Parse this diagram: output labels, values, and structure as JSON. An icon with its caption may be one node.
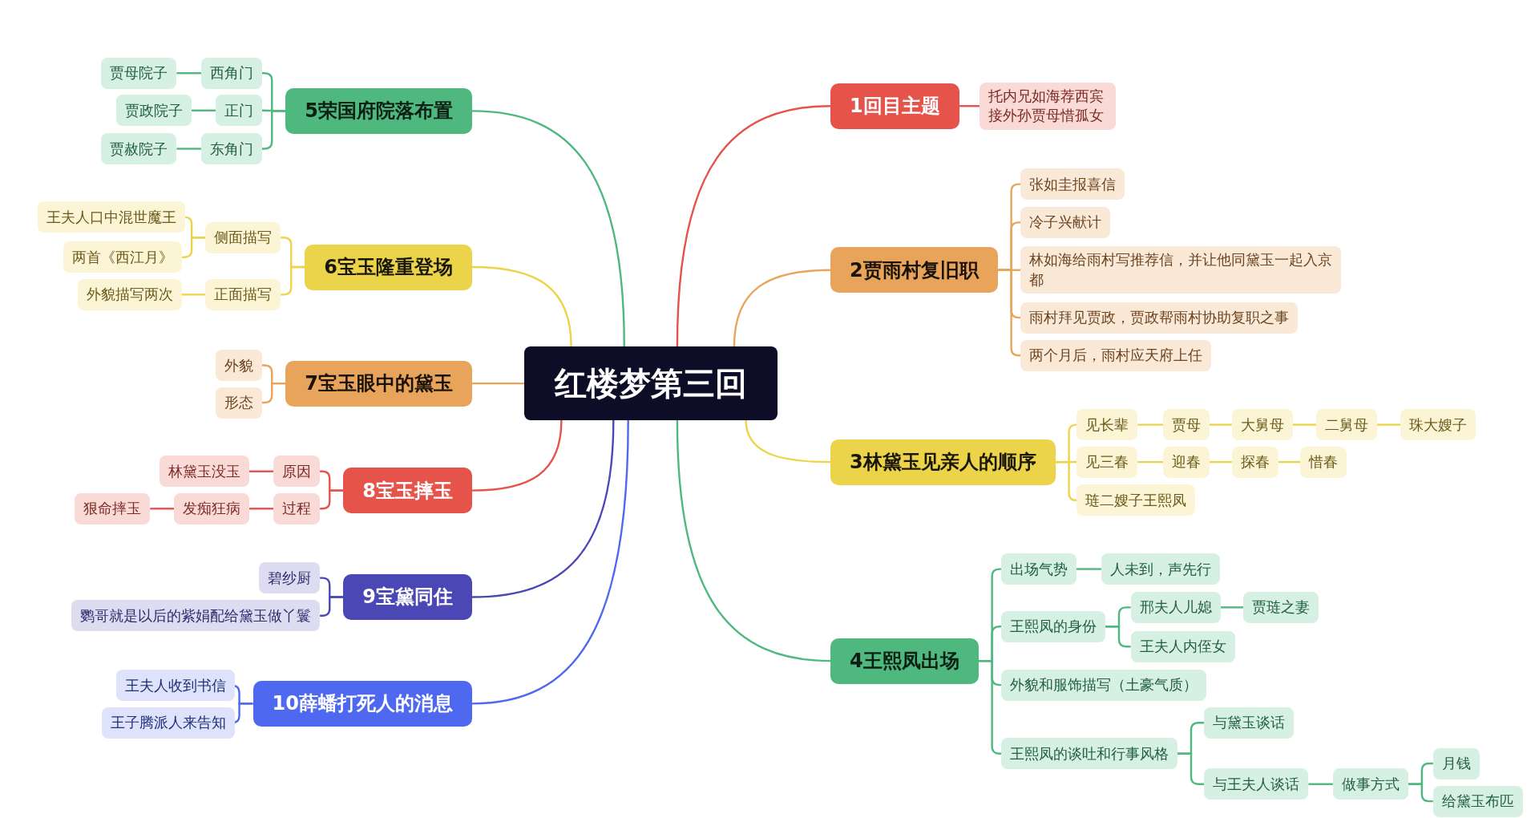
{
  "diagram": {
    "nodes": [
      {
        "text": [
          "红楼梦第三回"
        ]
      },
      {
        "text": [
          "1回目主题"
        ]
      },
      {
        "text": [
          "托内兄如海荐西宾接外孙贾母惜孤女"
        ]
      },
      {
        "text": [
          "2贾雨村复旧职"
        ]
      },
      {
        "text": [
          "张如圭报喜信"
        ]
      },
      {
        "text": [
          "冷子兴献计"
        ]
      },
      {
        "text": [
          "林如海给雨村写推荐信，并让他同黛玉一起入京都"
        ]
      },
      {
        "text": [
          "雨村拜见贾政，贾政帮雨村协助复职之事"
        ]
      },
      {
        "text": [
          "两个月后，雨村应天府上任"
        ]
      },
      {
        "text": [
          "3林黛玉见亲人的顺序"
        ]
      },
      {
        "text": [
          "见长辈"
        ]
      },
      {
        "text": [
          "贾母"
        ]
      },
      {
        "text": [
          "大舅母"
        ]
      },
      {
        "text": [
          "二舅母"
        ]
      },
      {
        "text": [
          "珠大嫂子"
        ]
      },
      {
        "text": [
          "见三春"
        ]
      },
      {
        "text": [
          "迎春"
        ]
      },
      {
        "text": [
          "探春"
        ]
      },
      {
        "text": [
          "惜春"
        ]
      },
      {
        "text": [
          "琏二嫂子王熙凤"
        ]
      },
      {
        "text": [
          "4王熙凤出场"
        ]
      },
      {
        "text": [
          "出场气势"
        ]
      },
      {
        "text": [
          "人未到，声先行"
        ]
      },
      {
        "text": [
          "王熙凤的身份"
        ]
      },
      {
        "text": [
          "邢夫人儿媳"
        ]
      },
      {
        "text": [
          "贾琏之妻"
        ]
      },
      {
        "text": [
          "王夫人内侄女"
        ]
      },
      {
        "text": [
          "外貌和服饰描写（土豪气质）"
        ]
      },
      {
        "text": [
          "王熙凤的谈吐和行事风格"
        ]
      },
      {
        "text": [
          "与黛玉谈话"
        ]
      },
      {
        "text": [
          "与王夫人谈话"
        ]
      },
      {
        "text": [
          "做事方式"
        ]
      },
      {
        "text": [
          "月钱"
        ]
      },
      {
        "text": [
          "给黛玉布匹"
        ]
      },
      {
        "text": [
          "5荣国府院落布置"
        ]
      },
      {
        "text": [
          "西角门"
        ]
      },
      {
        "text": [
          "正门"
        ]
      },
      {
        "text": [
          "东角门"
        ]
      },
      {
        "text": [
          "贾母院子"
        ]
      },
      {
        "text": [
          "贾政院子"
        ]
      },
      {
        "text": [
          "贾赦院子"
        ]
      },
      {
        "text": [
          "6宝玉隆重登场"
        ]
      },
      {
        "text": [
          "侧面描写"
        ]
      },
      {
        "text": [
          "正面描写"
        ]
      },
      {
        "text": [
          "王夫人口中混世魔王"
        ]
      },
      {
        "text": [
          "两首《西江月》"
        ]
      },
      {
        "text": [
          "外貌描写两次"
        ]
      },
      {
        "text": [
          "7宝玉眼中的黛玉"
        ]
      },
      {
        "text": [
          "外貌"
        ]
      },
      {
        "text": [
          "形态"
        ]
      },
      {
        "text": [
          "8宝玉摔玉"
        ]
      },
      {
        "text": [
          "原因"
        ]
      },
      {
        "text": [
          "过程"
        ]
      },
      {
        "text": [
          "林黛玉没玉"
        ]
      },
      {
        "text": [
          "发痴狂病"
        ]
      },
      {
        "text": [
          "狠命摔玉"
        ]
      },
      {
        "text": [
          "9宝黛同住"
        ]
      },
      {
        "text": [
          "碧纱厨"
        ]
      },
      {
        "text": [
          "鹦哥就是以后的紫娟配给黛玉做丫鬟"
        ]
      },
      {
        "text": [
          "10薛蟠打死人的消息"
        ]
      },
      {
        "text": [
          "王夫人收到书信"
        ]
      },
      {
        "text": [
          "王子腾派人来告知"
        ]
      }
    ],
    "edges": [
      {
        "from": 0,
        "to": 1,
        "arrow": "none",
        "color": "#e5534b"
      },
      {
        "from": 1,
        "to": 2,
        "arrow": "none",
        "color": "#e5534b"
      },
      {
        "from": 0,
        "to": 3,
        "arrow": "none",
        "color": "#e8a45a"
      },
      {
        "from": 3,
        "to": 4,
        "arrow": "none",
        "color": "#e8a45a"
      },
      {
        "from": 3,
        "to": 5,
        "arrow": "none",
        "color": "#e8a45a"
      },
      {
        "from": 3,
        "to": 6,
        "arrow": "none",
        "color": "#e8a45a"
      },
      {
        "from": 3,
        "to": 7,
        "arrow": "none",
        "color": "#e8a45a"
      },
      {
        "from": 3,
        "to": 8,
        "arrow": "none",
        "color": "#e8a45a"
      },
      {
        "from": 0,
        "to": 9,
        "arrow": "none",
        "color": "#ecd44a"
      },
      {
        "from": 9,
        "to": 10,
        "arrow": "none",
        "color": "#ecd44a"
      },
      {
        "from": 10,
        "to": 11,
        "arrow": "none",
        "color": "#ecd44a"
      },
      {
        "from": 11,
        "to": 12,
        "arrow": "none",
        "color": "#ecd44a"
      },
      {
        "from": 12,
        "to": 13,
        "arrow": "none",
        "color": "#ecd44a"
      },
      {
        "from": 13,
        "to": 14,
        "arrow": "none",
        "color": "#ecd44a"
      },
      {
        "from": 9,
        "to": 15,
        "arrow": "none",
        "color": "#ecd44a"
      },
      {
        "from": 15,
        "to": 16,
        "arrow": "none",
        "color": "#ecd44a"
      },
      {
        "from": 16,
        "to": 17,
        "arrow": "none",
        "color": "#ecd44a"
      },
      {
        "from": 17,
        "to": 18,
        "arrow": "none",
        "color": "#ecd44a"
      },
      {
        "from": 9,
        "to": 19,
        "arrow": "none",
        "color": "#ecd44a"
      },
      {
        "from": 0,
        "to": 20,
        "arrow": "none",
        "color": "#4fb87f"
      },
      {
        "from": 20,
        "to": 21,
        "arrow": "none",
        "color": "#4fb87f"
      },
      {
        "from": 21,
        "to": 22,
        "arrow": "none",
        "color": "#4fb87f"
      },
      {
        "from": 20,
        "to": 23,
        "arrow": "none",
        "color": "#4fb87f"
      },
      {
        "from": 23,
        "to": 24,
        "arrow": "none",
        "color": "#4fb87f"
      },
      {
        "from": 24,
        "to": 25,
        "arrow": "none",
        "color": "#4fb87f"
      },
      {
        "from": 23,
        "to": 26,
        "arrow": "none",
        "color": "#4fb87f"
      },
      {
        "from": 20,
        "to": 27,
        "arrow": "none",
        "color": "#4fb87f"
      },
      {
        "from": 20,
        "to": 28,
        "arrow": "none",
        "color": "#4fb87f"
      },
      {
        "from": 28,
        "to": 29,
        "arrow": "none",
        "color": "#4fb87f"
      },
      {
        "from": 28,
        "to": 30,
        "arrow": "none",
        "color": "#4fb87f"
      },
      {
        "from": 30,
        "to": 31,
        "arrow": "none",
        "color": "#4fb87f"
      },
      {
        "from": 31,
        "to": 32,
        "arrow": "none",
        "color": "#4fb87f"
      },
      {
        "from": 31,
        "to": 33,
        "arrow": "none",
        "color": "#4fb87f"
      },
      {
        "from": 0,
        "to": 34,
        "arrow": "none",
        "color": "#4fb87f"
      },
      {
        "from": 34,
        "to": 35,
        "arrow": "none",
        "color": "#4fb87f"
      },
      {
        "from": 35,
        "to": 38,
        "arrow": "none",
        "color": "#4fb87f"
      },
      {
        "from": 34,
        "to": 36,
        "arrow": "none",
        "color": "#4fb87f"
      },
      {
        "from": 36,
        "to": 39,
        "arrow": "none",
        "color": "#4fb87f"
      },
      {
        "from": 34,
        "to": 37,
        "arrow": "none",
        "color": "#4fb87f"
      },
      {
        "from": 37,
        "to": 40,
        "arrow": "none",
        "color": "#4fb87f"
      },
      {
        "from": 0,
        "to": 41,
        "arrow": "none",
        "color": "#ecd44a"
      },
      {
        "from": 41,
        "to": 42,
        "arrow": "none",
        "color": "#ecd44a"
      },
      {
        "from": 42,
        "to": 44,
        "arrow": "none",
        "color": "#ecd44a"
      },
      {
        "from": 42,
        "to": 45,
        "arrow": "none",
        "color": "#ecd44a"
      },
      {
        "from": 41,
        "to": 43,
        "arrow": "none",
        "color": "#ecd44a"
      },
      {
        "from": 43,
        "to": 46,
        "arrow": "none",
        "color": "#ecd44a"
      },
      {
        "from": 0,
        "to": 47,
        "arrow": "none",
        "color": "#e8a45a"
      },
      {
        "from": 47,
        "to": 48,
        "arrow": "none",
        "color": "#e8a45a"
      },
      {
        "from": 47,
        "to": 49,
        "arrow": "none",
        "color": "#e8a45a"
      },
      {
        "from": 0,
        "to": 50,
        "arrow": "none",
        "color": "#e5534b"
      },
      {
        "from": 50,
        "to": 51,
        "arrow": "none",
        "color": "#e5534b"
      },
      {
        "from": 51,
        "to": 53,
        "arrow": "none",
        "color": "#e5534b"
      },
      {
        "from": 50,
        "to": 52,
        "arrow": "none",
        "color": "#e5534b"
      },
      {
        "from": 52,
        "to": 54,
        "arrow": "none",
        "color": "#e5534b"
      },
      {
        "from": 54,
        "to": 55,
        "arrow": "none",
        "color": "#e5534b"
      },
      {
        "from": 0,
        "to": 56,
        "arrow": "none",
        "color": "#4b47b5"
      },
      {
        "from": 56,
        "to": 57,
        "arrow": "none",
        "color": "#4b47b5"
      },
      {
        "from": 56,
        "to": 58,
        "arrow": "none",
        "color": "#4b47b5"
      },
      {
        "from": 0,
        "to": 59,
        "arrow": "none",
        "color": "#4f68f0"
      },
      {
        "from": 59,
        "to": 60,
        "arrow": "none",
        "color": "#4f68f0"
      },
      {
        "from": 59,
        "to": 61,
        "arrow": "none",
        "color": "#4f68f0"
      }
    ]
  }
}
